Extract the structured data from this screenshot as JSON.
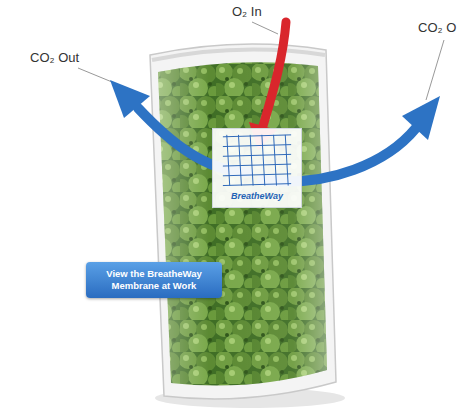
{
  "diagram": {
    "nodes": [
      {
        "text": [
          "BreatheWay"
        ]
      },
      {
        "text": [
          "View the BreatheWay Membrane at Work"
        ]
      }
    ],
    "labels": [
      "O₂ In",
      "CO₂ Out",
      "CO₂ O"
    ]
  }
}
